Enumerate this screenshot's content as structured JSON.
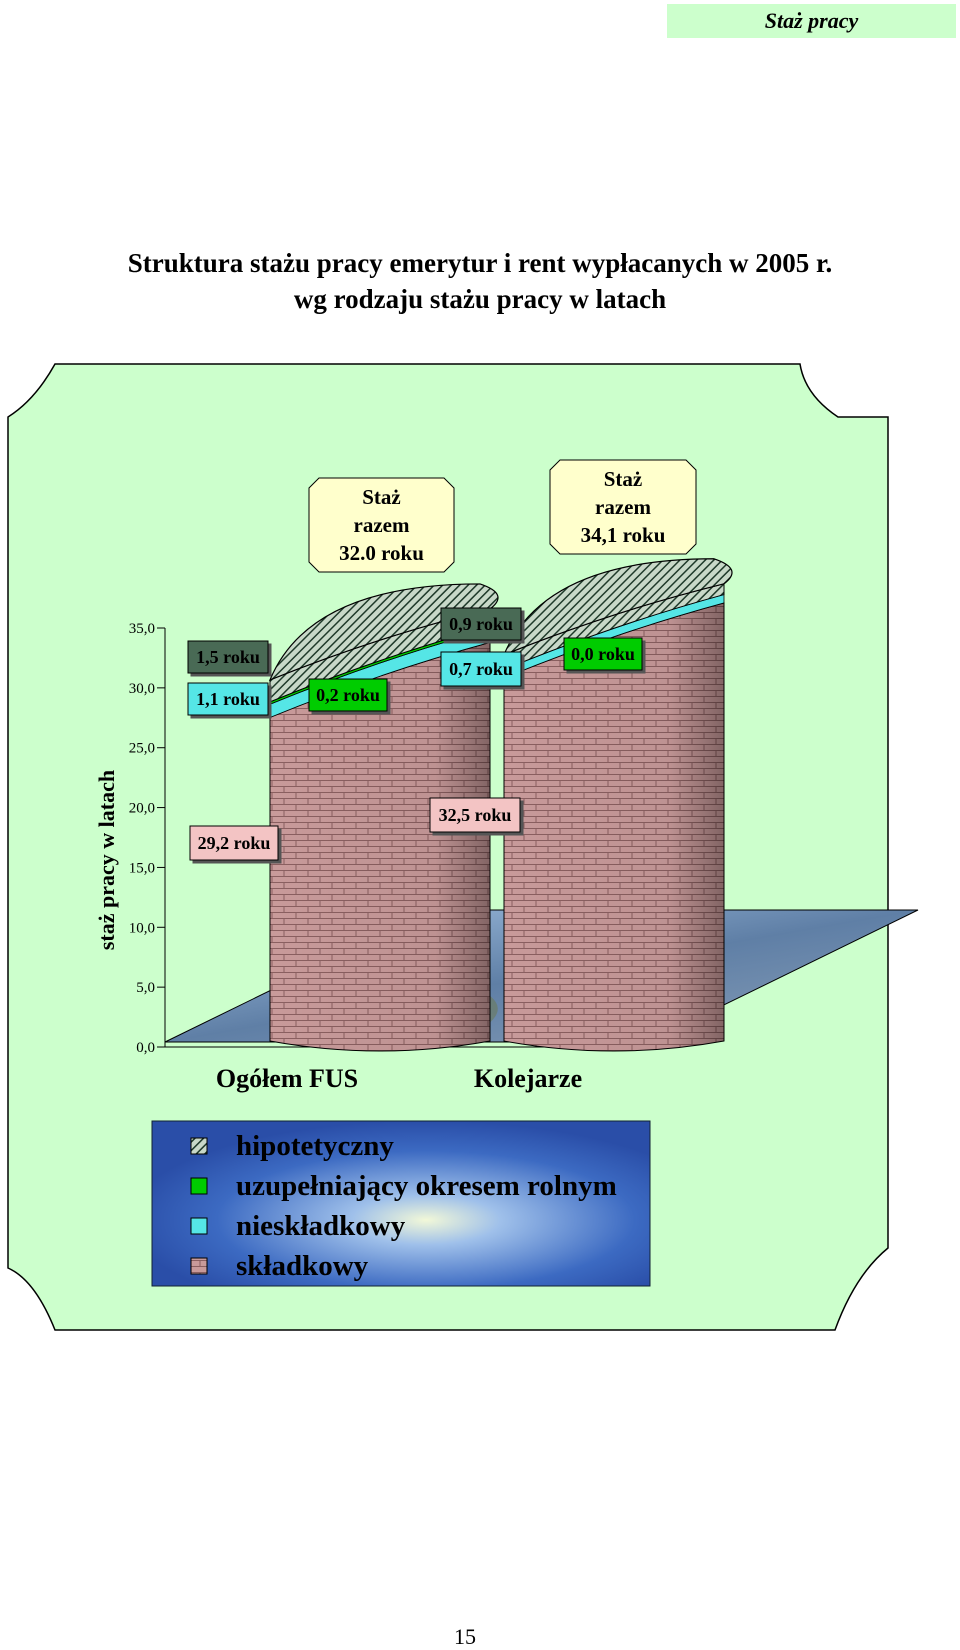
{
  "header": {
    "section_tag": "Staż pracy"
  },
  "title": {
    "line1": "Struktura stażu pracy emerytur i rent wypłacanych w 2005 r.",
    "line2": "wg rodzaju stażu pracy w latach"
  },
  "page_number": "15",
  "colors": {
    "background_panel": "#ccffcc",
    "brick": "#c89a9a",
    "brick_mortar": "#8a5f60",
    "nieskladkowy": "#55e6e6",
    "uzupelniajacy": "#00cc00",
    "hipotetyczny": "#3a5a45",
    "total_box": "#ffffcc",
    "legend_bg": "#4a74c4"
  },
  "chart_data": {
    "type": "bar",
    "title": "Struktura stażu pracy emerytur i rent wypłacanych w 2005 r. wg rodzaju stażu pracy w latach",
    "ylabel": "staż pracy w latach",
    "xlabel": "",
    "ylim": [
      0,
      35
    ],
    "yticks": [
      "0,0",
      "5,0",
      "10,0",
      "15,0",
      "20,0",
      "25,0",
      "30,0",
      "35,0"
    ],
    "categories": [
      "Ogółem FUS",
      "Kolejarze"
    ],
    "stacked": true,
    "series": [
      {
        "name": "składkowy",
        "values": [
          29.2,
          32.5
        ],
        "labels": [
          "29,2 roku",
          "32,5 roku"
        ]
      },
      {
        "name": "nieskładkowy",
        "values": [
          1.1,
          0.7
        ],
        "labels": [
          "1,1 roku",
          "0,7 roku"
        ]
      },
      {
        "name": "uzupełniający okresem rolnym",
        "values": [
          0.2,
          0.0
        ],
        "labels": [
          "0,2 roku",
          "0,0 roku"
        ]
      },
      {
        "name": "hipotetyczny",
        "values": [
          1.5,
          0.9
        ],
        "labels": [
          "1,5 roku",
          "0,9 roku"
        ]
      }
    ],
    "totals": [
      {
        "label": [
          "Staż",
          "razem",
          "32.0 roku"
        ],
        "value": 32.0
      },
      {
        "label": [
          "Staż",
          "razem",
          "34,1 roku"
        ],
        "value": 34.1
      }
    ],
    "legend": {
      "placement": "bottom",
      "entries": [
        "hipotetyczny",
        "uzupełniający okresem rolnym",
        "nieskładkowy",
        "składkowy"
      ]
    }
  }
}
